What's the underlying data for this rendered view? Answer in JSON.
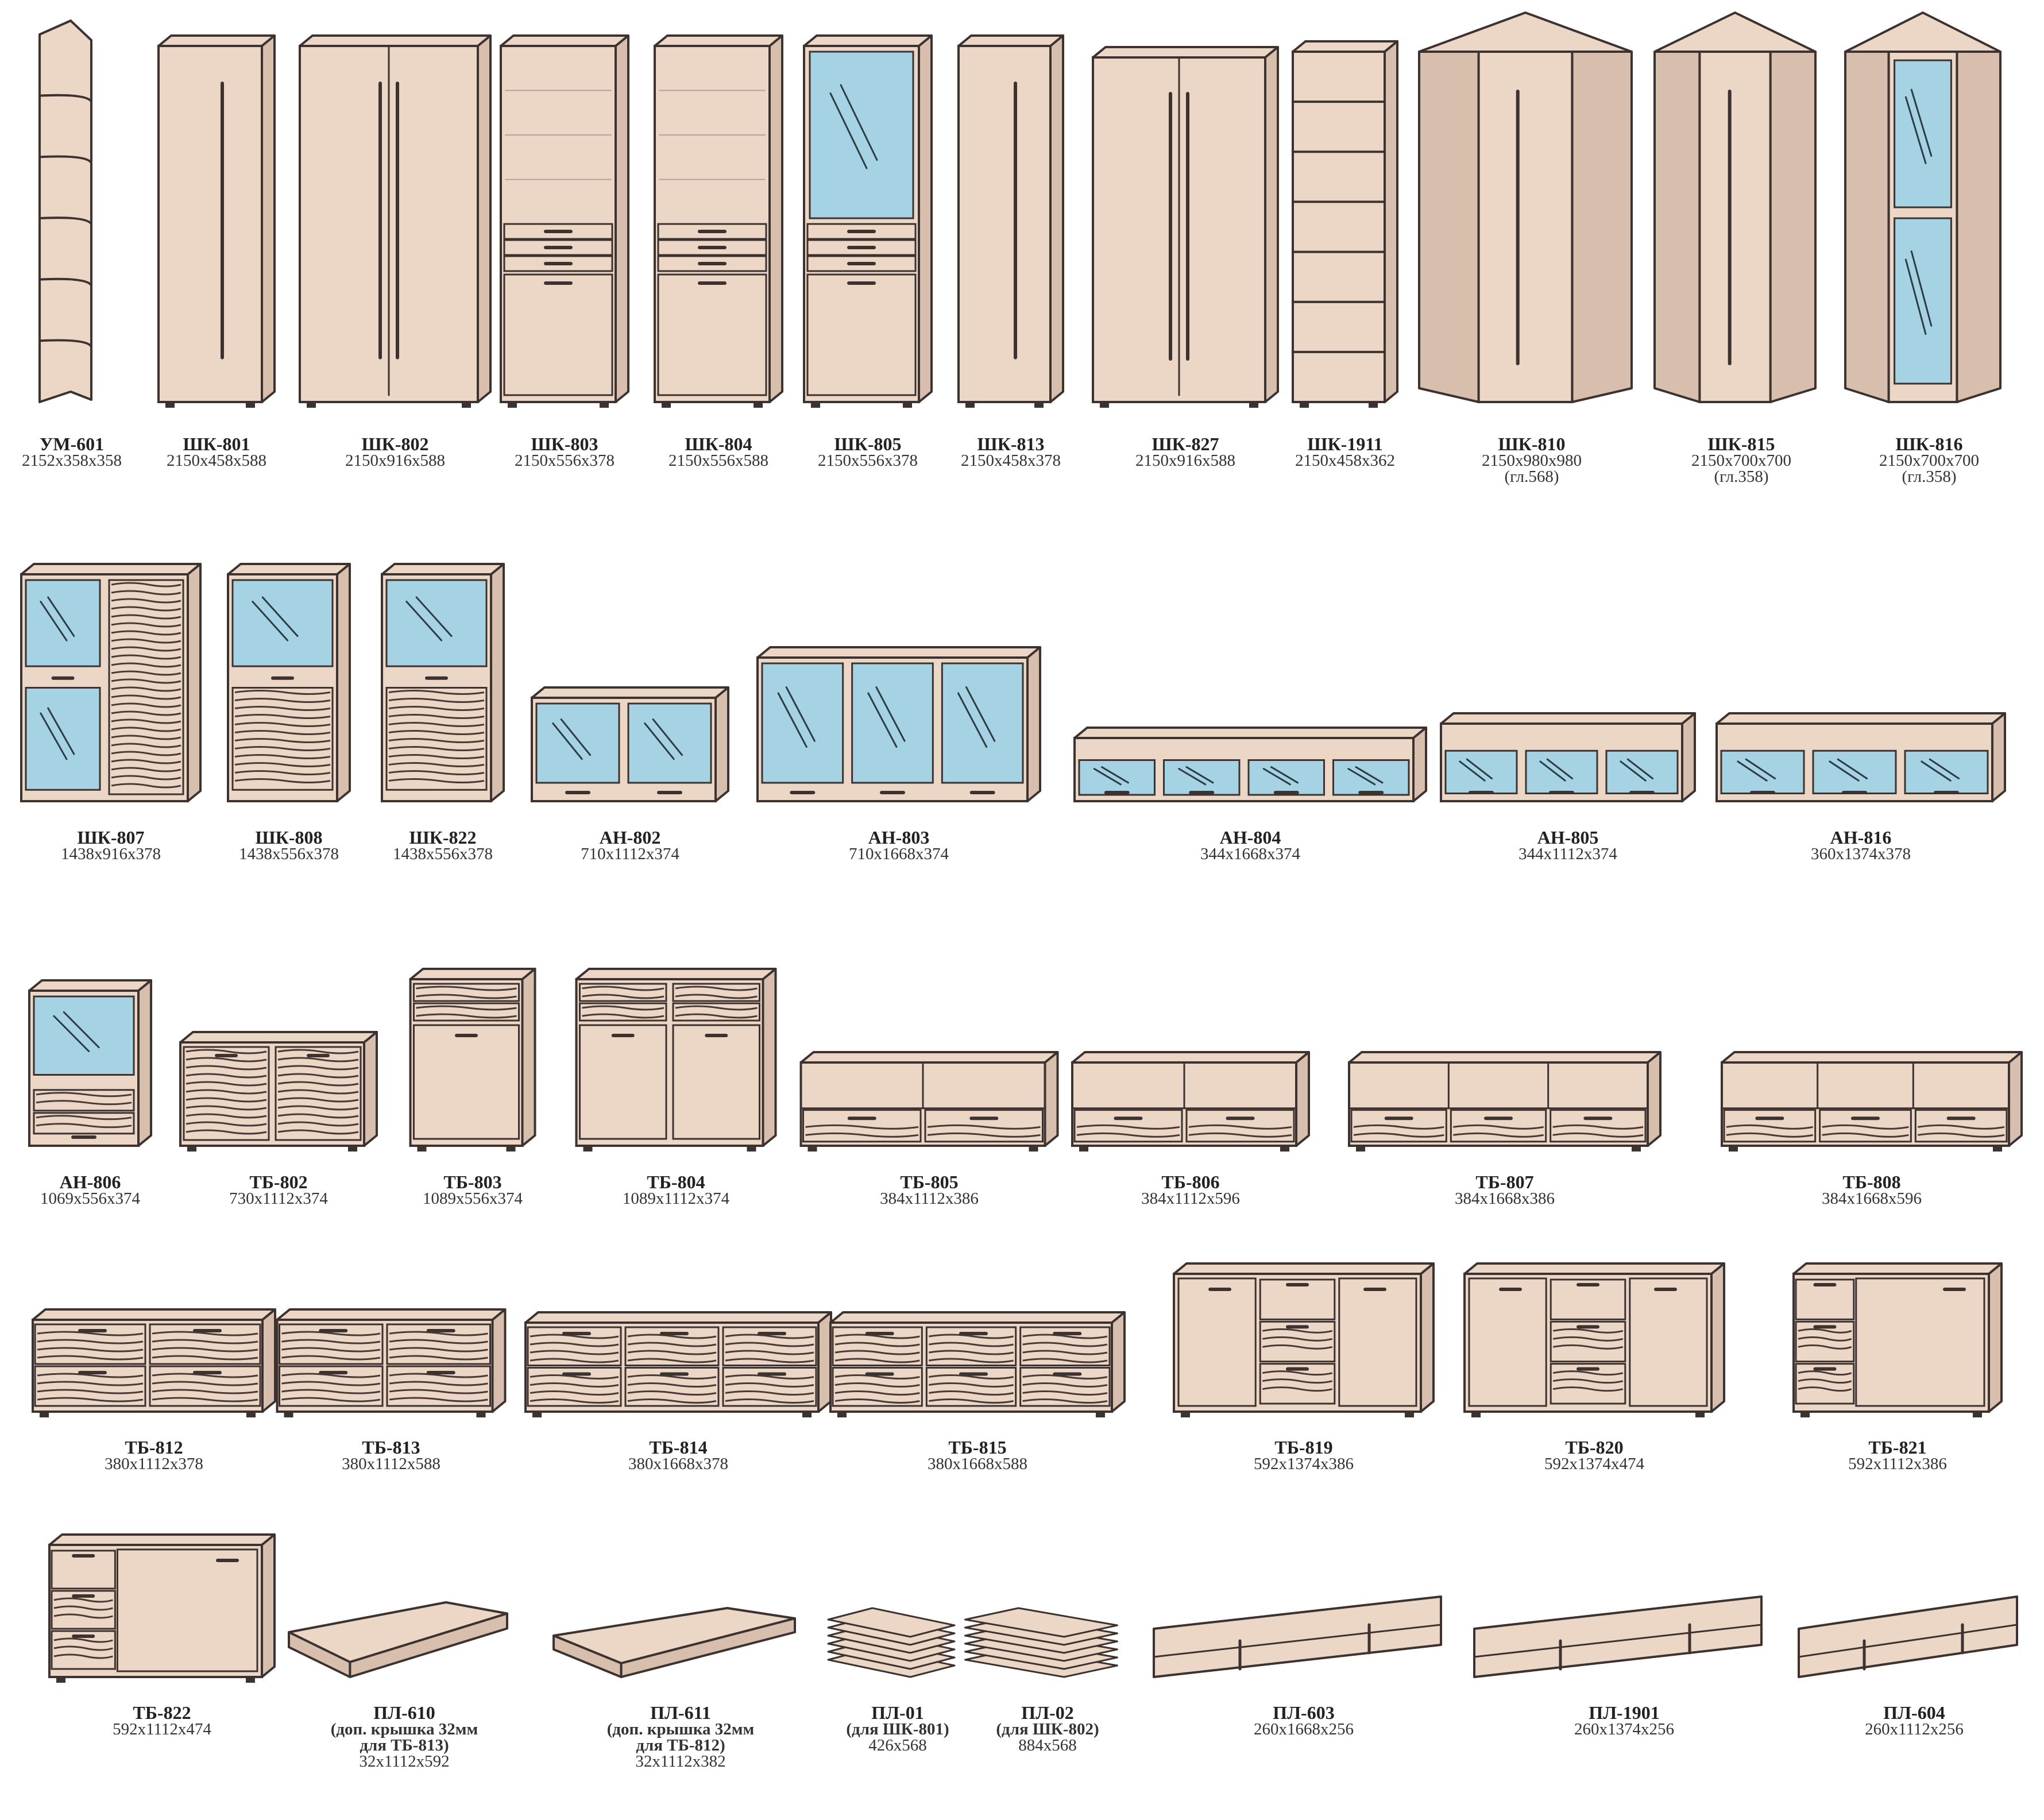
{
  "colors": {
    "body": "#ecd6c6",
    "body_dark": "#d8bfad",
    "outline": "#3c3331",
    "glass": "#a6d3e3",
    "stripe": "#4a3a36"
  },
  "items": [
    {
      "code": "УМ-601",
      "dim": "2152x358x358",
      "shape": "corner-shelf",
      "glass": false
    },
    {
      "code": "ШК-801",
      "dim": "2150x458x588",
      "shape": "tall-1door",
      "glass": false
    },
    {
      "code": "ШК-802",
      "dim": "2150x916x588",
      "shape": "tall-2door",
      "glass": false
    },
    {
      "code": "ШК-803",
      "dim": "2150x556x378",
      "shape": "tall-drawers",
      "glass": false
    },
    {
      "code": "ШК-804",
      "dim": "2150x556x588",
      "shape": "tall-drawers",
      "glass": false
    },
    {
      "code": "ШК-805",
      "dim": "2150x556x378",
      "shape": "tall-drawers",
      "glass": true
    },
    {
      "code": "ШК-813",
      "dim": "2150x458x378",
      "shape": "tall-1door",
      "glass": false
    },
    {
      "code": "ШК-827",
      "dim": "2150x916x588",
      "shape": "tall-2door",
      "glass": false
    },
    {
      "code": "ШК-1911",
      "dim": "2150x458x362",
      "shape": "open-shelf",
      "glass": false
    },
    {
      "code": "ШК-810",
      "dim": "2150x980x980",
      "note": "(гл.568)",
      "shape": "corner-wardrobe",
      "glass": false
    },
    {
      "code": "ШК-815",
      "dim": "2150x700x700",
      "note": "(гл.358)",
      "shape": "corner-wardrobe",
      "glass": false
    },
    {
      "code": "ШК-816",
      "dim": "2150x700x700",
      "note": "(гл.358)",
      "shape": "corner-wardrobe",
      "glass": true
    },
    {
      "code": "ШК-807",
      "dim": "1438x916x378",
      "shape": "mid-2door",
      "glass": true
    },
    {
      "code": "ШК-808",
      "dim": "1438x556x378",
      "shape": "mid-1door",
      "glass": true
    },
    {
      "code": "ШК-822",
      "dim": "1438x556x378",
      "shape": "mid-1door",
      "glass": true
    },
    {
      "code": "АН-802",
      "dim": "710x1112x374",
      "shape": "glass-cabinet",
      "glass": true
    },
    {
      "code": "АН-803",
      "dim": "710x1668x374",
      "shape": "glass-cabinet",
      "glass": true
    },
    {
      "code": "АН-804",
      "dim": "344x1668x374",
      "shape": "wall-cabinet",
      "glass": true
    },
    {
      "code": "АН-805",
      "dim": "344x1112x374",
      "shape": "wall-cabinet",
      "glass": true
    },
    {
      "code": "АН-816",
      "dim": "360x1374x378",
      "shape": "wall-cabinet",
      "glass": true
    },
    {
      "code": "АН-806",
      "dim": "1069x556x374",
      "shape": "small-vitrine",
      "glass": true
    },
    {
      "code": "ТБ-802",
      "dim": "730x1112x374",
      "shape": "chest",
      "glass": false
    },
    {
      "code": "ТБ-803",
      "dim": "1089x556x374",
      "shape": "tall-chest",
      "glass": false
    },
    {
      "code": "ТБ-804",
      "dim": "1089x1112x374",
      "shape": "tall-chest",
      "glass": false
    },
    {
      "code": "ТБ-805",
      "dim": "384x1112x386",
      "shape": "tv-stand",
      "glass": false
    },
    {
      "code": "ТБ-806",
      "dim": "384x1112x596",
      "shape": "tv-stand",
      "glass": false
    },
    {
      "code": "ТБ-807",
      "dim": "384x1668x386",
      "shape": "tv-stand",
      "glass": false
    },
    {
      "code": "ТБ-808",
      "dim": "384x1668x596",
      "shape": "tv-stand",
      "glass": false
    },
    {
      "code": "ТБ-812",
      "dim": "380x1112x378",
      "shape": "low-drawers",
      "glass": false
    },
    {
      "code": "ТБ-813",
      "dim": "380x1112x588",
      "shape": "low-drawers",
      "glass": false
    },
    {
      "code": "ТБ-814",
      "dim": "380x1668x378",
      "shape": "low-drawers",
      "glass": false
    },
    {
      "code": "ТБ-815",
      "dim": "380x1668x588",
      "shape": "low-drawers",
      "glass": false
    },
    {
      "code": "ТБ-819",
      "dim": "592x1374x386",
      "shape": "sideboard",
      "glass": false
    },
    {
      "code": "ТБ-820",
      "dim": "592x1374x474",
      "shape": "sideboard",
      "glass": false
    },
    {
      "code": "ТБ-821",
      "dim": "592x1112x386",
      "shape": "sideboard",
      "glass": false
    },
    {
      "code": "ТБ-822",
      "dim": "592x1112x474",
      "shape": "sideboard",
      "glass": false
    },
    {
      "code": "ПЛ-610",
      "note": "(доп. крышка 32мм\nдля ТБ-813)",
      "dim": "32x1112x592",
      "shape": "panel",
      "glass": false
    },
    {
      "code": "ПЛ-611",
      "note": "(доп. крышка 32мм\nдля ТБ-812)",
      "dim": "32x1112x382",
      "shape": "panel",
      "glass": false
    },
    {
      "code": "ПЛ-01",
      "note": "(для ШК-801)",
      "dim": "426x568",
      "shape": "panel-stack",
      "glass": false
    },
    {
      "code": "ПЛ-02",
      "note": "(для ШК-802)",
      "dim": "884x568",
      "shape": "panel-stack",
      "glass": false
    },
    {
      "code": "ПЛ-603",
      "dim": "260x1668x256",
      "shape": "wall-shelf",
      "glass": false
    },
    {
      "code": "ПЛ-1901",
      "dim": "260x1374x256",
      "shape": "wall-shelf",
      "glass": false
    },
    {
      "code": "ПЛ-604",
      "dim": "260x1112x256",
      "shape": "wall-shelf",
      "glass": false
    }
  ]
}
